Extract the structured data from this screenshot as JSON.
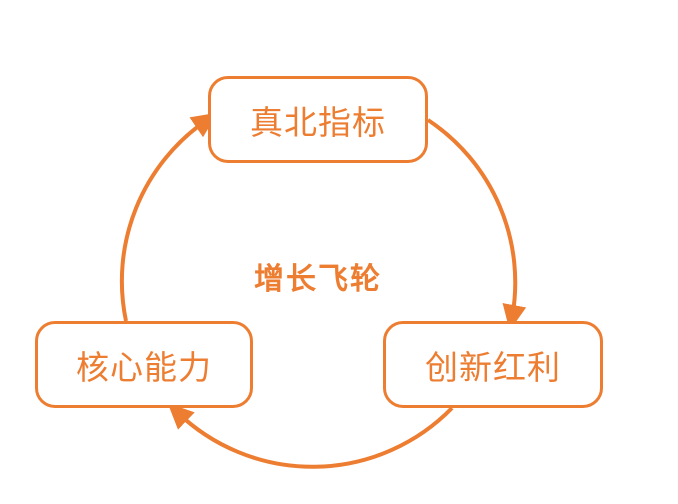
{
  "diagram": {
    "center_label": "增长飞轮",
    "nodes": {
      "top": "真北指标",
      "right": "创新红利",
      "left": "核心能力"
    },
    "colors": {
      "accent": "#ED7D31",
      "background": "#FFFFFF"
    }
  }
}
